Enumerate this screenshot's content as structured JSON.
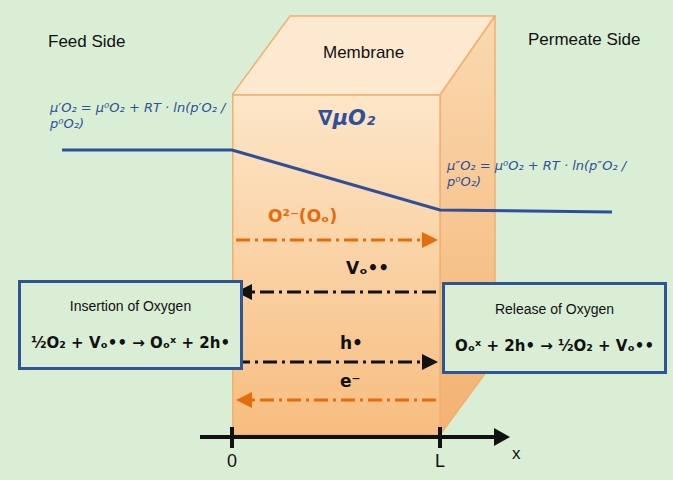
{
  "diagram": {
    "nodes": [
      {
        "text": [
          "Membrane"
        ]
      },
      {
        "text": [
          "Insertion of Oxygen",
          "½O₂ + Vₒ•• → Oₒˣ + 2h•"
        ]
      },
      {
        "text": [
          "Release of Oxygen",
          "Oₒˣ + 2h• → ½O₂ + Vₒ••"
        ]
      }
    ],
    "labels": [
      "Feed Side",
      "Permeate Side",
      "μ′O₂ = μ⁰O₂ + RT · ln(p′O₂ / p⁰O₂)",
      "∇μO₂",
      "μ″O₂ = μ⁰O₂ + RT · ln(p″O₂ / p⁰O₂)",
      "O²⁻(Oₒ)",
      "Vₒ••",
      "h•",
      "e⁻",
      "0",
      "L",
      "x"
    ]
  }
}
